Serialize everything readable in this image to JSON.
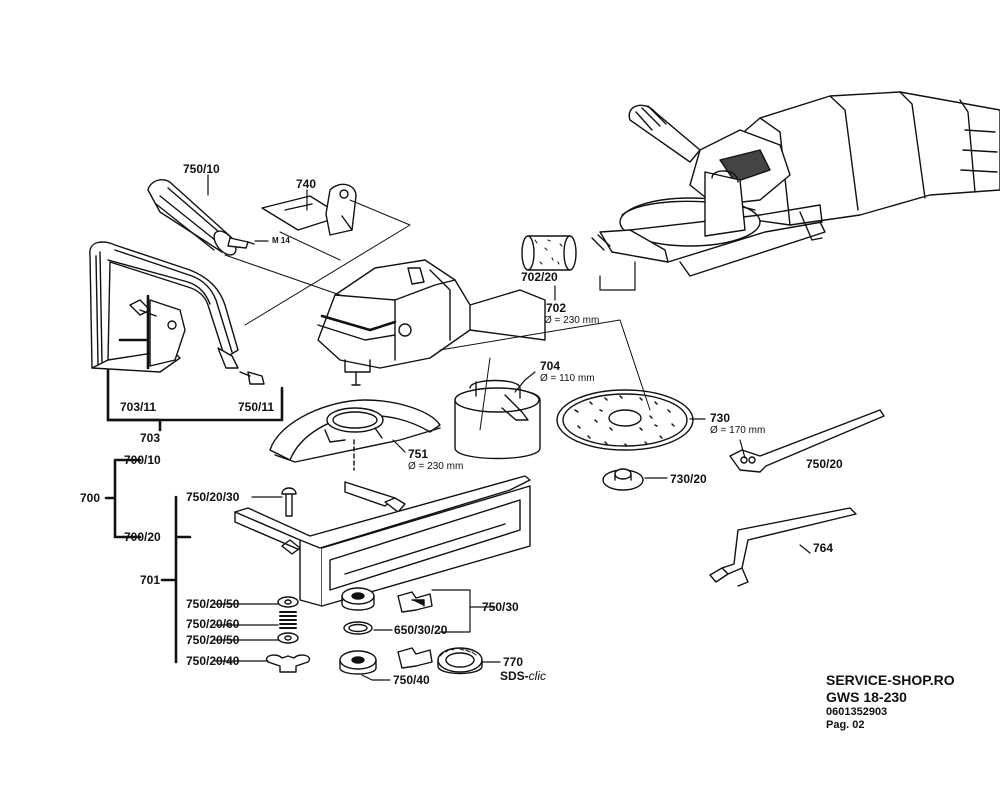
{
  "labels": {
    "l750_10_top": "750/10",
    "l740": "740",
    "m14": "M 14",
    "l702_20": "702/20",
    "l702": "702",
    "d702": "Ø = 230 mm",
    "l704": "704",
    "d704": "Ø = 110 mm",
    "l730": "730",
    "d730": "Ø = 170 mm",
    "l703_11": "703/11",
    "l750_11": "750/11",
    "l703": "703",
    "l751": "751",
    "d751": "Ø = 230 mm",
    "l700_10": "700/10",
    "l700": "700",
    "l750_20_30": "750/20/30",
    "l700_20": "700/20",
    "l730_20": "730/20",
    "l750_20_right": "750/20",
    "l764": "764",
    "l701": "701",
    "l750_20_50a": "750/20/50",
    "l750_20_60": "750/20/60",
    "l750_20_50b": "750/20/50",
    "l750_20_40": "750/20/40",
    "l750_30": "750/30",
    "l650_30_20": "650/30/20",
    "l770": "770",
    "l750_40": "750/40",
    "sds_prefix": "SDS-",
    "sds_suffix": "clic"
  },
  "info": {
    "shop": "SERVICE-SHOP.RO",
    "model": "GWS 18-230",
    "part_no": "0601352903",
    "page": "Pag. 02"
  }
}
